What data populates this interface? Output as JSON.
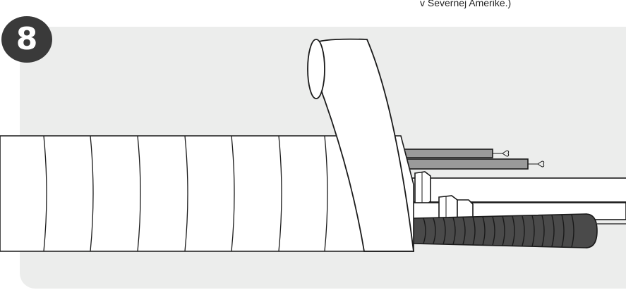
{
  "caption": {
    "text": "v Severnej Amerike.)"
  },
  "step": {
    "number": "8"
  },
  "colors": {
    "panel_background": "#ecedec",
    "badge_background": "#3a3a3a",
    "badge_text": "#ffffff",
    "insulation_white": "#ffffff",
    "outline": "#1a1a1a",
    "small_tube_gray": "#9a9a9a",
    "drain_hose_dark": "#4a4a4a"
  },
  "icons": {
    "step_badge": "circle-number-badge",
    "wrapping_tape": "tape-roll-icon",
    "pipe_bundle": "insulated-pipe-bundle-icon"
  }
}
